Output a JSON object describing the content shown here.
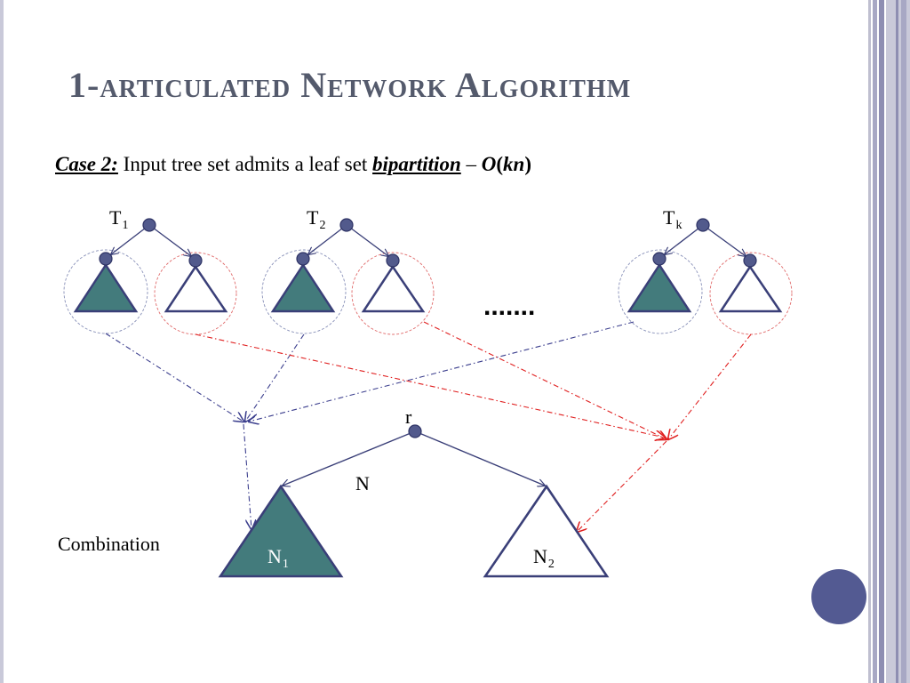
{
  "title": {
    "number": "1-",
    "text": "articulated Network Algorithm"
  },
  "subtitle": {
    "case_label": "Case 2:",
    "text_before": " Input tree set admits a leaf set ",
    "keyword": "bipartition",
    "dash": " – ",
    "complexity_O": "O",
    "complexity_paren_open": "(",
    "complexity_arg": "kn",
    "complexity_paren_close": ")"
  },
  "trees": [
    {
      "label": "T",
      "sub": "1"
    },
    {
      "label": "T",
      "sub": "2"
    },
    {
      "label": "T",
      "sub": "k"
    }
  ],
  "ellipsis": ".......",
  "combined": {
    "root_label": "r",
    "network_label": "N",
    "left_label": "N",
    "left_sub": "1",
    "right_label": "N",
    "right_sub": "2"
  },
  "combination_label": "Combination",
  "colors": {
    "teal_fill": "#437b7c",
    "node_fill": "#525a8c",
    "edge_navy": "#3a3f78",
    "blue_dash": "#3c3f8e",
    "red_dash": "#e02020",
    "title": "#545a6c",
    "nav_circle": "#535a92"
  }
}
